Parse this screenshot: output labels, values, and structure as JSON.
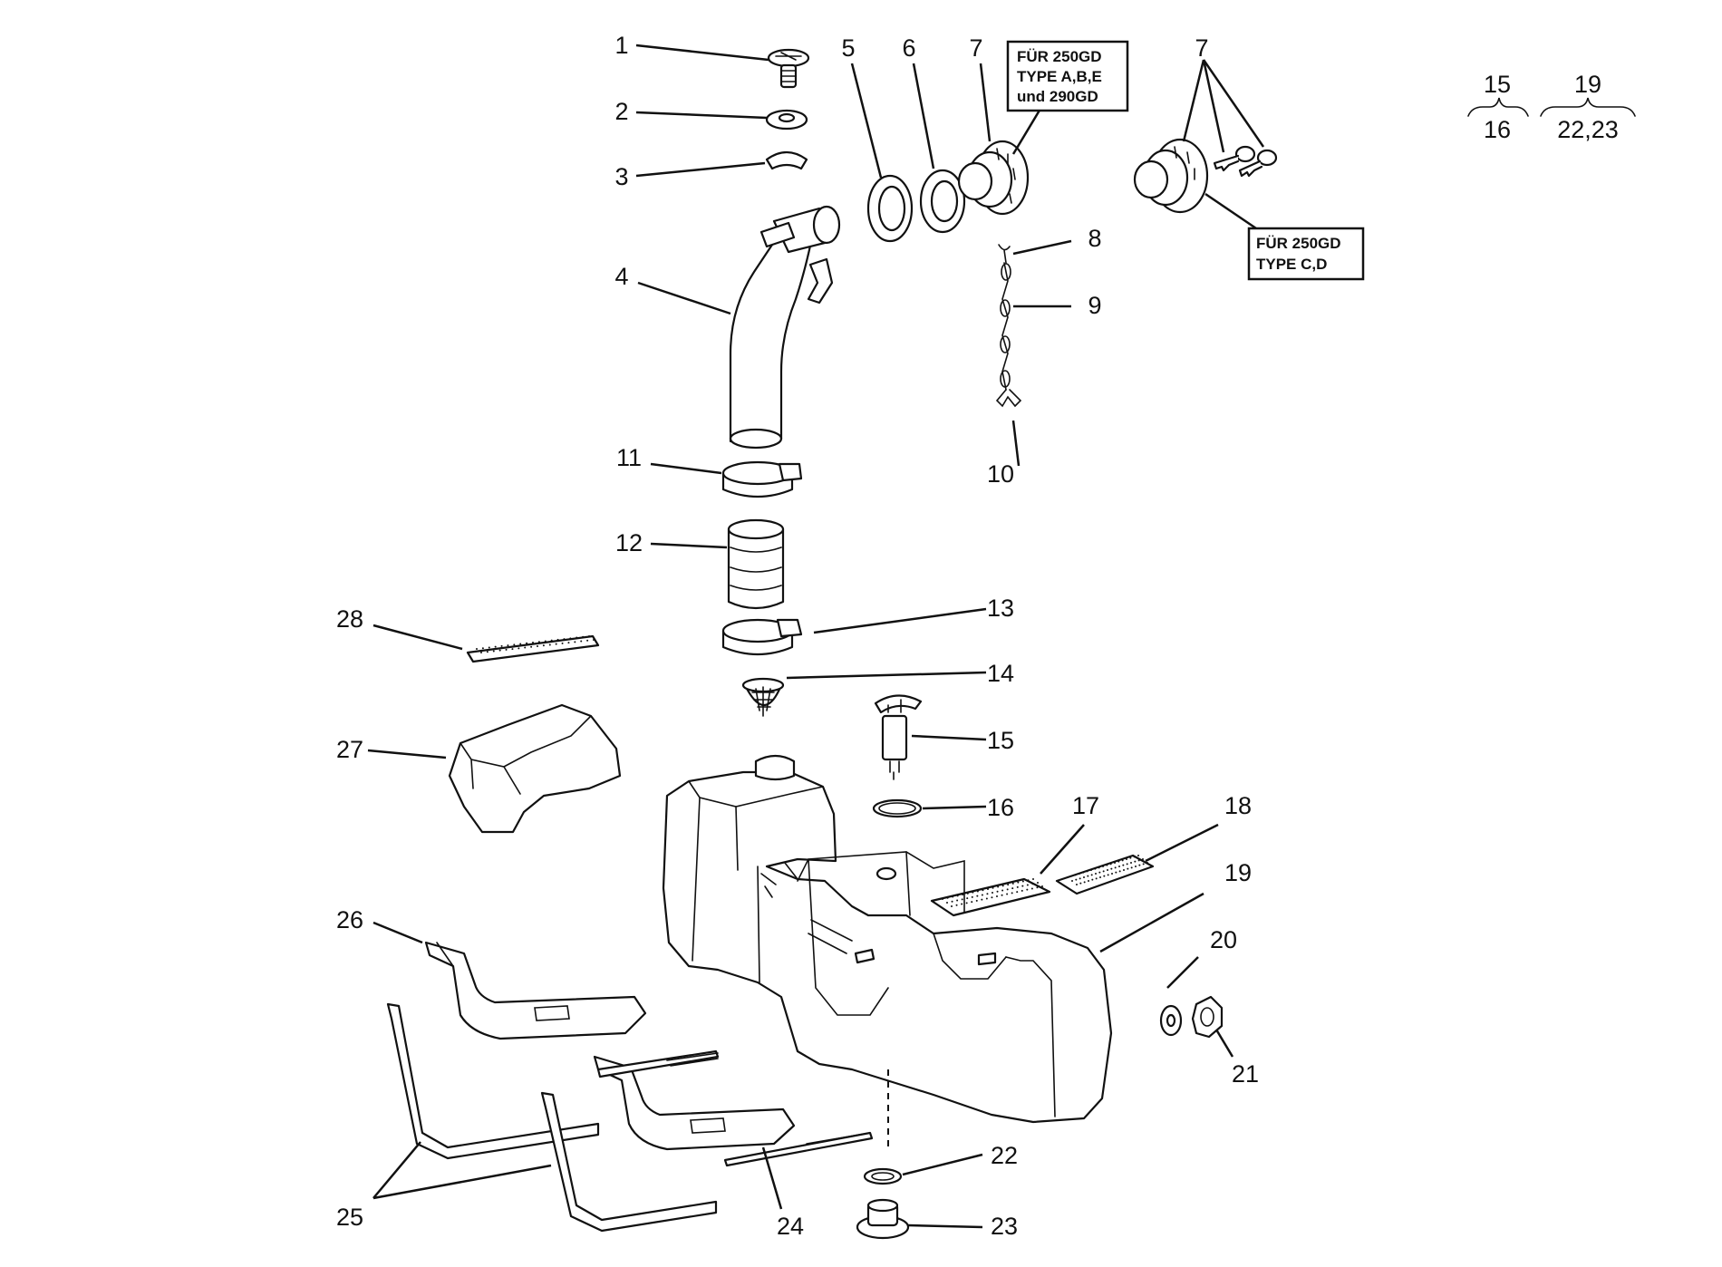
{
  "callouts": [
    {
      "id": "1",
      "text": "1"
    },
    {
      "id": "2",
      "text": "2"
    },
    {
      "id": "3",
      "text": "3"
    },
    {
      "id": "4",
      "text": "4"
    },
    {
      "id": "5",
      "text": "5"
    },
    {
      "id": "6",
      "text": "6"
    },
    {
      "id": "7a",
      "text": "7"
    },
    {
      "id": "7b",
      "text": "7"
    },
    {
      "id": "8",
      "text": "8"
    },
    {
      "id": "9",
      "text": "9"
    },
    {
      "id": "10",
      "text": "10"
    },
    {
      "id": "11",
      "text": "11"
    },
    {
      "id": "12",
      "text": "12"
    },
    {
      "id": "13",
      "text": "13"
    },
    {
      "id": "14",
      "text": "14"
    },
    {
      "id": "15",
      "text": "15"
    },
    {
      "id": "16",
      "text": "16"
    },
    {
      "id": "17",
      "text": "17"
    },
    {
      "id": "18",
      "text": "18"
    },
    {
      "id": "19",
      "text": "19"
    },
    {
      "id": "20",
      "text": "20"
    },
    {
      "id": "21",
      "text": "21"
    },
    {
      "id": "22",
      "text": "22"
    },
    {
      "id": "23",
      "text": "23"
    },
    {
      "id": "24",
      "text": "24"
    },
    {
      "id": "25",
      "text": "25"
    },
    {
      "id": "26",
      "text": "26"
    },
    {
      "id": "27",
      "text": "27"
    },
    {
      "id": "28",
      "text": "28"
    }
  ],
  "boxes": {
    "box_a": [
      "FÜR 250GD",
      "TYPE A,B,E",
      "und 290GD"
    ],
    "box_cd": [
      "FÜR 250GD",
      "TYPE C,D"
    ]
  },
  "groups": {
    "g1_top": "15",
    "g1_bottom": "16",
    "g2_top": "19",
    "g2_bottom": "22,23"
  }
}
